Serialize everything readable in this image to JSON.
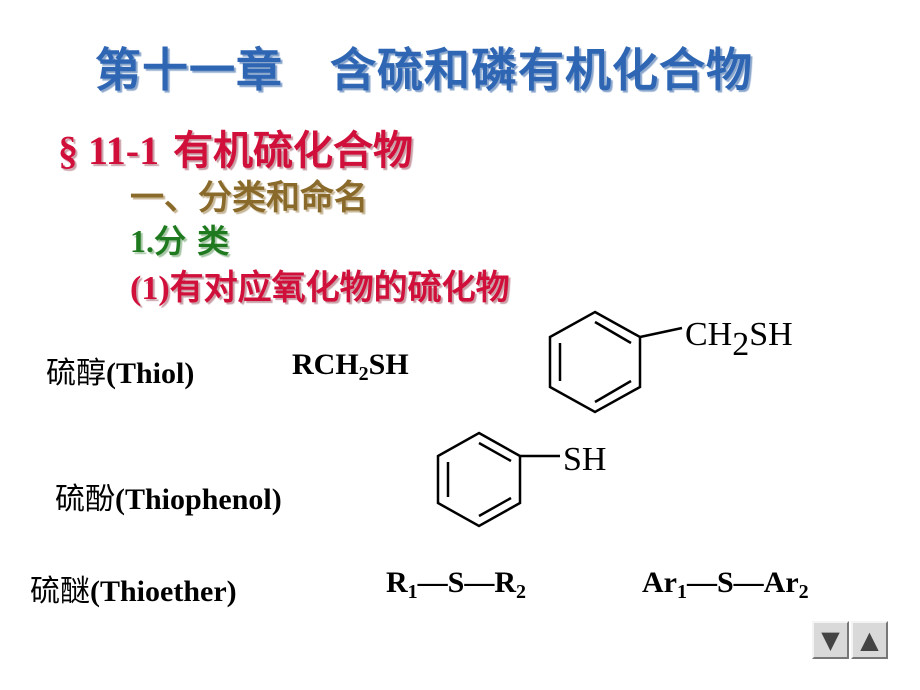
{
  "slide": {
    "title": "第十一章　含硫和磷有机化合物",
    "section_num": "§ 11-1",
    "section_text": "有机硫化合物",
    "sub1": "一、分类和命名",
    "sub2_num": "1.",
    "sub2_text": "分 类",
    "sub3_num": "(1)",
    "sub3_text": "有对应氧化物的硫化物"
  },
  "compounds": {
    "thiol": {
      "cn": "硫醇",
      "en": "(Thiol)",
      "formula_a": "RCH",
      "formula_sub": "2",
      "formula_b": "SH",
      "struct_label_a": "CH",
      "struct_label_sub": "2",
      "struct_label_b": "SH"
    },
    "thiophenol": {
      "cn": "硫酚",
      "en": "(Thiophenol)",
      "struct_label": "SH"
    },
    "thioether": {
      "cn": "硫醚",
      "en": "(Thioether)",
      "f1_r1": "R",
      "f1_sub1": "1",
      "f1_mid": "—S—R",
      "f1_sub2": "2",
      "f2_a": "Ar",
      "f2_sub1": "1",
      "f2_mid": "—S—Ar",
      "f2_sub2": "2"
    }
  },
  "nav": {
    "down_icon": "▼",
    "up_icon": "▲"
  },
  "colors": {
    "title": "#2f66b3",
    "section": "#d0103a",
    "sub1": "#8a6a2a",
    "sub2": "#1f7a1f"
  }
}
